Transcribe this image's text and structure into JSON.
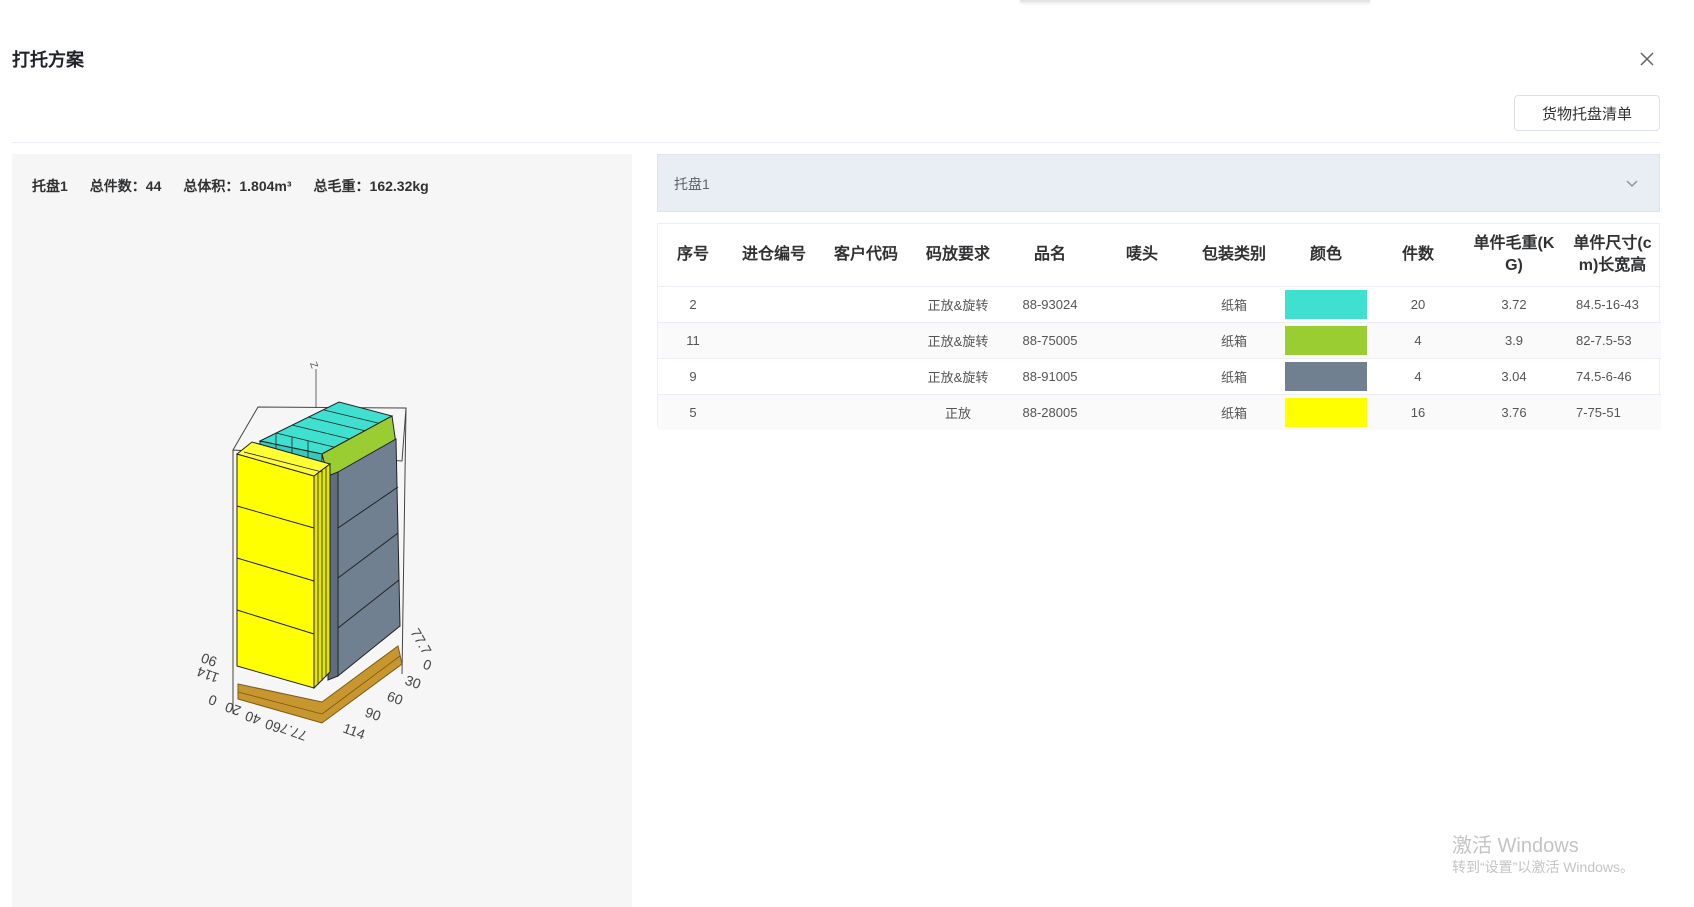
{
  "dialog": {
    "title": "打托方案",
    "cargo_list_button": "货物托盘清单"
  },
  "pallet_summary": {
    "name": "托盘1",
    "total_count": "总件数：44",
    "total_volume": "总体积：1.804m³",
    "total_weight": "总毛重：162.32kg"
  },
  "viz_axes": {
    "z_top": "Z",
    "right_ticks": [
      "77.7",
      "0",
      "30",
      "60",
      "90",
      "114"
    ],
    "left_ticks": [
      "90",
      "114",
      "0",
      "20",
      "40",
      "60",
      "77.7"
    ]
  },
  "collapse": {
    "label": "托盘1"
  },
  "table": {
    "headers": [
      "序号",
      "进仓编号",
      "客户代码",
      "码放要求",
      "品名",
      "唛头",
      "包装类别",
      "颜色",
      "件数",
      "单件毛重(KG)",
      "单件尺寸(cm)长宽高"
    ],
    "rows": [
      {
        "seq": "2",
        "entry_no": "",
        "customer_code": "",
        "stacking": "正放&旋转",
        "product": "88-93024",
        "mark": "",
        "package": "纸箱",
        "color": "#40e0d0",
        "qty": "20",
        "weight": "3.72",
        "size": "84.5-16-43"
      },
      {
        "seq": "11",
        "entry_no": "",
        "customer_code": "",
        "stacking": "正放&旋转",
        "product": "88-75005",
        "mark": "",
        "package": "纸箱",
        "color": "#9acd32",
        "qty": "4",
        "weight": "3.9",
        "size": "82-7.5-53"
      },
      {
        "seq": "9",
        "entry_no": "",
        "customer_code": "",
        "stacking": "正放&旋转",
        "product": "88-91005",
        "mark": "",
        "package": "纸箱",
        "color": "#708090",
        "qty": "4",
        "weight": "3.04",
        "size": "74.5-6-46"
      },
      {
        "seq": "5",
        "entry_no": "",
        "customer_code": "",
        "stacking": "正放",
        "product": "88-28005",
        "mark": "",
        "package": "纸箱",
        "color": "#ffff00",
        "qty": "16",
        "weight": "3.76",
        "size": "7-75-51"
      }
    ]
  },
  "watermark": {
    "line1": "激活 Windows",
    "line2": "转到“设置”以激活 Windows。"
  }
}
